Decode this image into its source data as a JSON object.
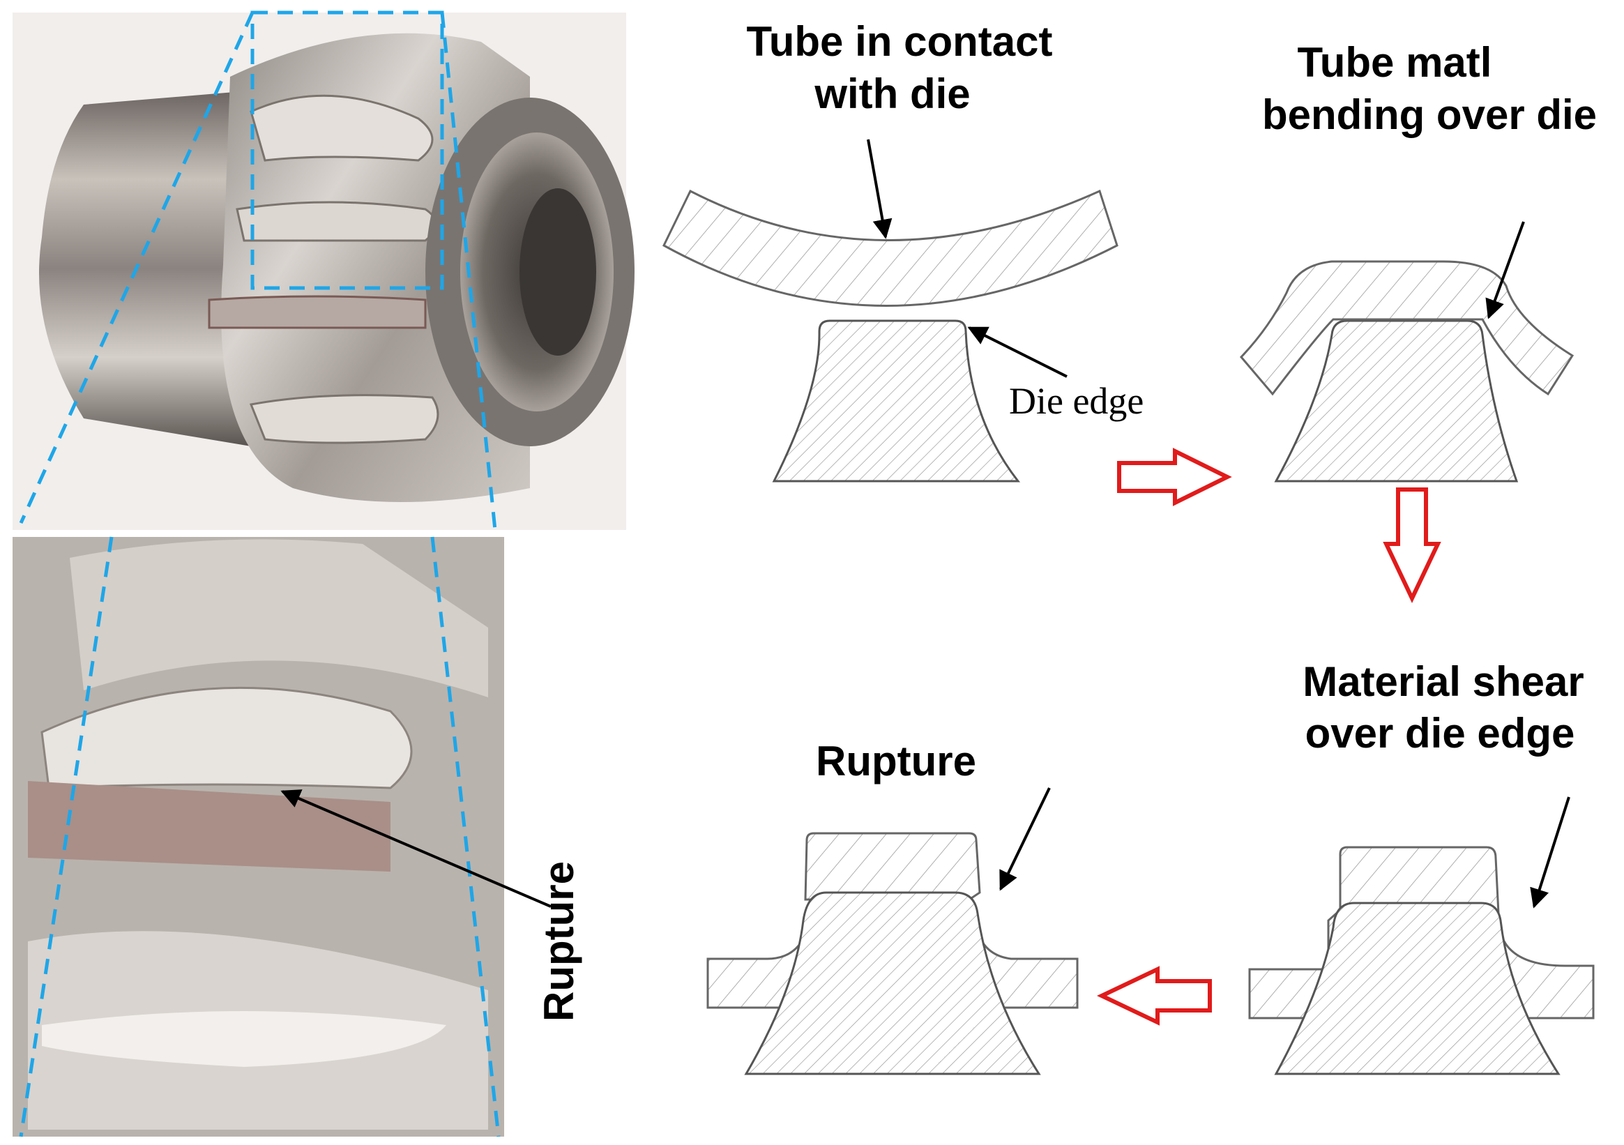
{
  "stages": {
    "contact": {
      "label_lines": [
        "Tube in contact",
        "with die"
      ],
      "die_edge_label": "Die edge"
    },
    "bending": {
      "label_lines": [
        "Tube matl",
        "bending over die"
      ]
    },
    "shear": {
      "label_lines": [
        "Material shear",
        "over die edge"
      ]
    },
    "rupture": {
      "label_lines": [
        "Rupture"
      ]
    }
  },
  "photo": {
    "rupture_label": "Rupture"
  },
  "colors": {
    "flow_arrow": "#e11b1b",
    "zoom_guides": "#1ea6e8"
  }
}
